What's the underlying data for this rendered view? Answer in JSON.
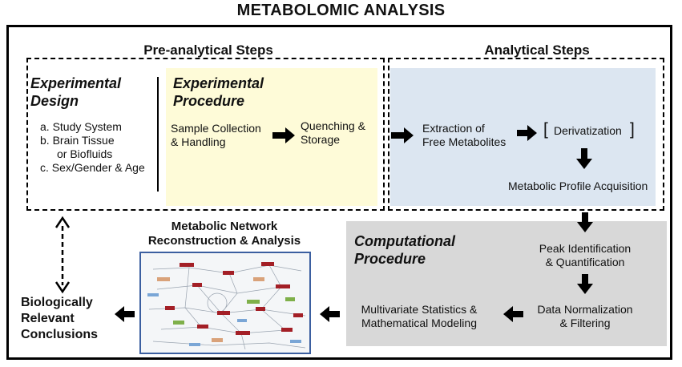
{
  "title": "METABOLOMIC ANALYSIS",
  "pre": {
    "heading": "Pre-analytical Steps",
    "design": {
      "title_line1": "Experimental",
      "title_line2": "Design",
      "items": [
        "a. Study System",
        "b. Brain Tissue",
        "or Biofluids",
        "c. Sex/Gender & Age"
      ]
    },
    "procedure": {
      "title_line1": "Experimental",
      "title_line2": "Procedure",
      "collection_line1": "Sample Collection",
      "collection_line2": "& Handling",
      "quenching_line1": "Quenching &",
      "quenching_line2": "Storage"
    }
  },
  "analytical": {
    "heading": "Analytical Steps",
    "extraction_line1": "Extraction of",
    "extraction_line2": "Free Metabolites",
    "derivatization": "Derivatization",
    "bracket_open": "[",
    "bracket_close": "]",
    "profile": "Metabolic Profile Acquisition"
  },
  "computational": {
    "title_line1": "Computational",
    "title_line2": "Procedure",
    "peak_line1": "Peak Identification",
    "peak_line2": "& Quantification",
    "norm_line1": "Data Normalization",
    "norm_line2": "& Filtering",
    "stats_line1": "Multivariate Statistics &",
    "stats_line2": "Mathematical Modeling"
  },
  "network": {
    "title_line1": "Metabolic Network",
    "title_line2": "Reconstruction & Analysis"
  },
  "conclusions": {
    "line1": "Biologically",
    "line2": "Relevant",
    "line3": "Conclusions"
  },
  "colors": {
    "procedure_fill": "#fefbd8",
    "analytical_fill": "#dce6f1",
    "computational_fill": "#d8d8d8",
    "network_border": "#3b5fa0"
  }
}
